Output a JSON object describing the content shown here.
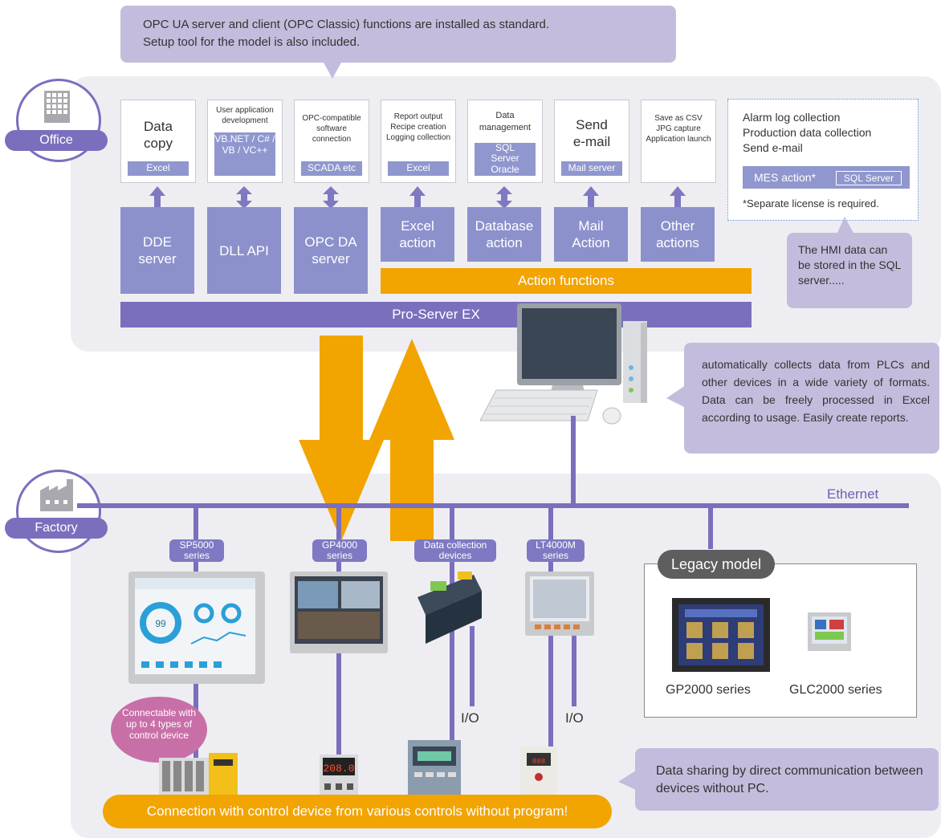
{
  "top_callout": {
    "line1": "OPC UA server and client (OPC Classic) functions are installed as standard.",
    "line2": "Setup tool for the model is also included."
  },
  "office_label": "Office",
  "factory_label": "Factory",
  "cards": [
    {
      "title1": "Data",
      "title2": "copy",
      "sub": "Excel"
    },
    {
      "title1": "User application",
      "title2": "development",
      "sub": "VB.NET / C# / VB / VC++"
    },
    {
      "title1": "OPC-compatible",
      "title2": "software connection",
      "sub": "SCADA etc"
    },
    {
      "title1": "Report output",
      "title2": "Recipe creation Logging collection",
      "sub": "Excel"
    },
    {
      "title1": "Data",
      "title2": "management",
      "sub": "SQL Server Oracle"
    },
    {
      "title1": "Send",
      "title2": "e-mail",
      "sub": "Mail server"
    },
    {
      "title1": "Save as CSV",
      "title2": "JPG capture Application launch",
      "sub": ""
    }
  ],
  "mes_box": {
    "line1": "Alarm log collection",
    "line2": "Production data collection",
    "line3": "Send e-mail",
    "action": "MES action*",
    "sql": "SQL Server",
    "note": "*Separate license is required."
  },
  "blocks": [
    {
      "line1": "DDE",
      "line2": "server"
    },
    {
      "line1": "DLL API",
      "line2": ""
    },
    {
      "line1": "OPC DA",
      "line2": "server"
    },
    {
      "line1": "Excel",
      "line2": "action"
    },
    {
      "line1": "Database",
      "line2": "action"
    },
    {
      "line1": "Mail",
      "line2": "Action"
    },
    {
      "line1": "Other",
      "line2": "actions"
    }
  ],
  "action_functions": "Action functions",
  "pro_server": "Pro-Server EX",
  "hmi_callout": "The HMI data can be stored in the SQL server.....",
  "pc_callout": "automatically collects data from PLCs and other devices in a wide variety of formats. Data can be freely processed in Excel according to usage. Easily create reports.",
  "ethernet": "Ethernet",
  "devices": [
    {
      "name": "SP5000",
      "sub": "series"
    },
    {
      "name": "GP4000",
      "sub": "series"
    },
    {
      "name": "Data collection",
      "sub": "devices"
    },
    {
      "name": "LT4000M",
      "sub": "series"
    }
  ],
  "legacy": {
    "title": "Legacy model",
    "item1": "GP2000 series",
    "item2": "GLC2000 series"
  },
  "io1": "I/O",
  "io2": "I/O",
  "pink_bubble": "Connectable with up to 4 types of control device",
  "connection_bar": "Connection with control device from various controls without program!",
  "sharing_callout": "Data sharing by direct communication between devices without PC.",
  "display_value": "208.0",
  "colors": {
    "purple_dark": "#7a6fbd",
    "block": "#8c91cc",
    "orange": "#f2a400",
    "callout": "#c4bcdc",
    "pink": "#c96fa8"
  }
}
